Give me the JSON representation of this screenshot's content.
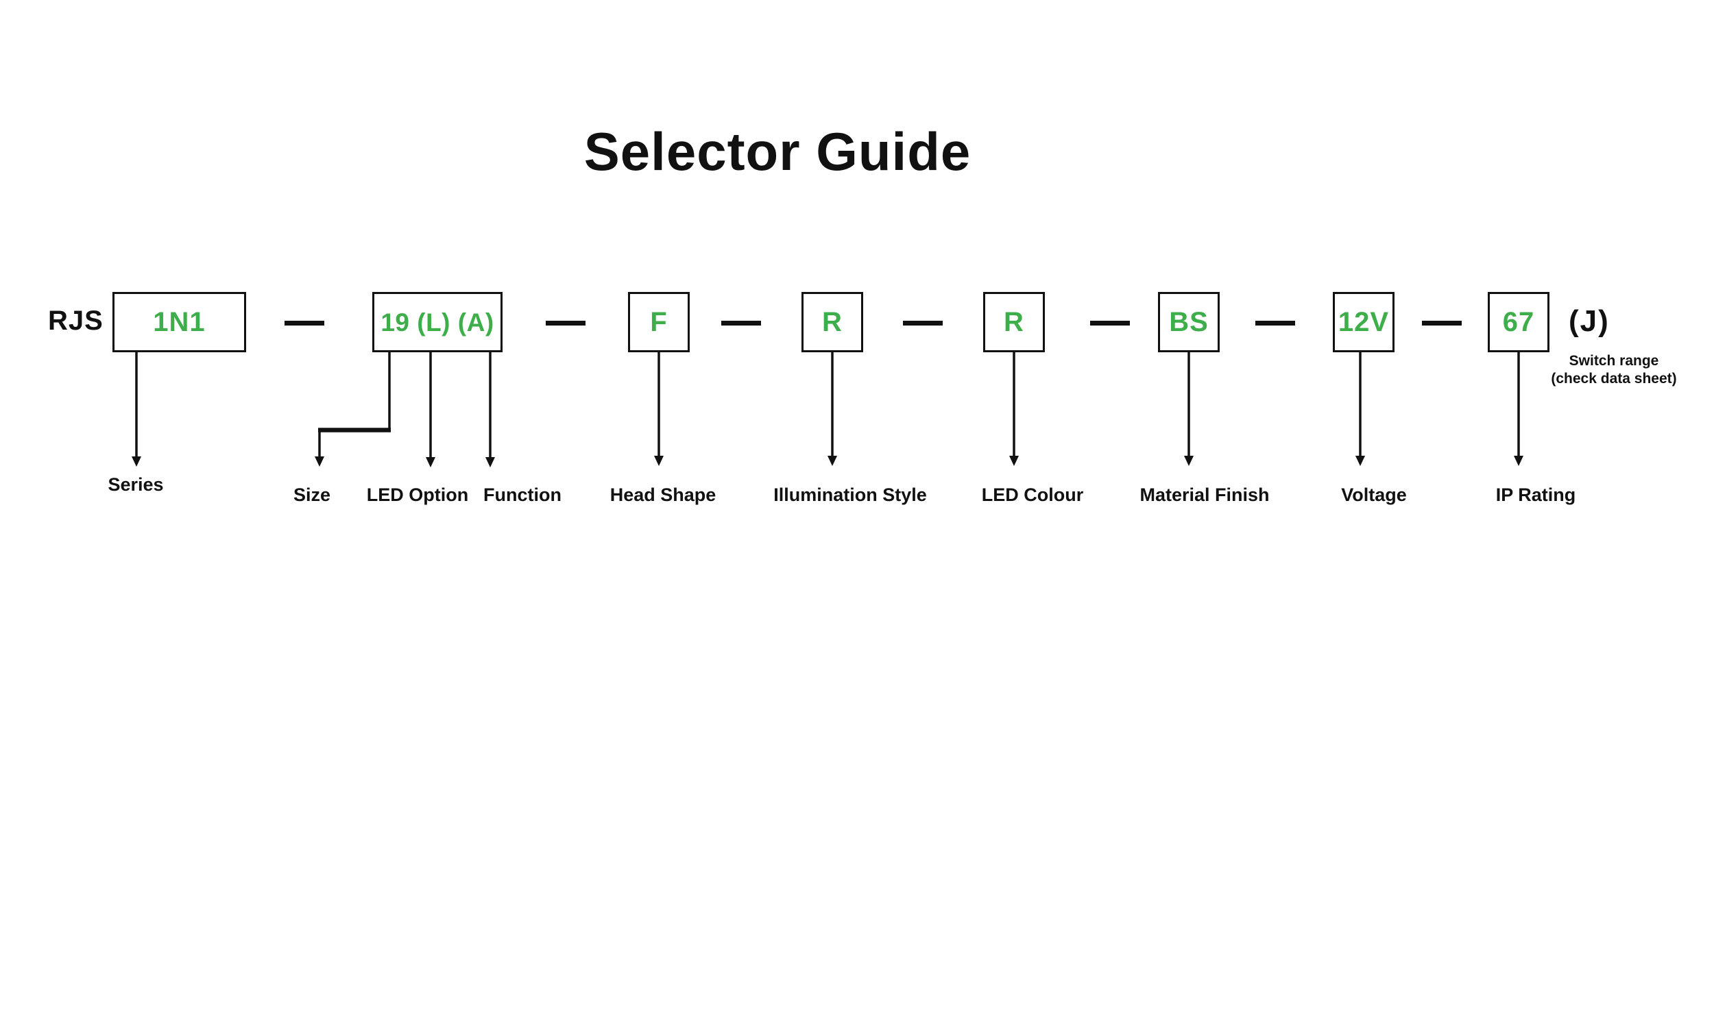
{
  "title": "Selector Guide",
  "prefix": "RJS",
  "suffix": {
    "code": "(J)",
    "note_line1": "Switch range",
    "note_line2": "(check data sheet)"
  },
  "segments": [
    {
      "code": "1N1",
      "labels": [
        "Series"
      ]
    },
    {
      "code": "19 (L) (A)",
      "labels": [
        "Size",
        "LED Option",
        "Function"
      ]
    },
    {
      "code": "F",
      "labels": [
        "Head Shape"
      ]
    },
    {
      "code": "R",
      "labels": [
        "Illumination Style"
      ]
    },
    {
      "code": "R",
      "labels": [
        "LED Colour"
      ]
    },
    {
      "code": "BS",
      "labels": [
        "Material Finish"
      ]
    },
    {
      "code": "12V",
      "labels": [
        "Voltage"
      ]
    },
    {
      "code": "67",
      "labels": [
        "IP Rating"
      ]
    }
  ],
  "colors": {
    "code_green": "#3DAE49",
    "ink": "#111111",
    "background": "#FFFFFF"
  }
}
